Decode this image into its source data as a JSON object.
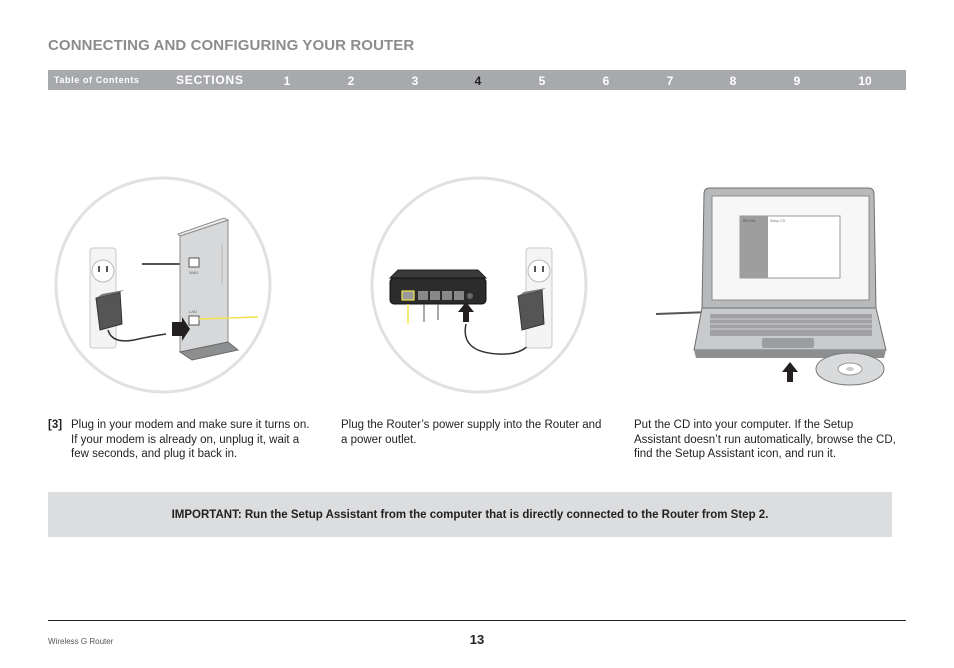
{
  "header": {
    "title": "CONNECTING AND CONFIGURING YOUR ROUTER"
  },
  "nav": {
    "toc_label": "Table of Contents",
    "sections_label": "SECTIONS",
    "numbers": [
      "1",
      "2",
      "3",
      "4",
      "5",
      "6",
      "7",
      "8",
      "9",
      "10"
    ],
    "active": "4"
  },
  "illustrations": {
    "router_port_label": "WAN",
    "router_port_label2": "LAN",
    "screen_brand": "BELKIN",
    "screen_window_title": "Setup CD"
  },
  "steps": [
    {
      "number": "[3]",
      "text": "Plug in your modem and make sure it turns on. If your modem is already on, unplug it, wait a few seconds, and plug it back in."
    },
    {
      "text": "Plug the Router’s power supply into the Router and a power outlet."
    },
    {
      "text": "Put the CD into your computer. If the Setup Assistant doesn’t run automatically, browse the CD, find the Setup Assistant icon, and run it."
    }
  ],
  "important_note": "IMPORTANT: Run the Setup Assistant from the computer that is directly connected to the Router from Step 2.",
  "footer": {
    "product": "Wireless G Router",
    "page": "13"
  },
  "colors": {
    "navbar": "#a7a9ac",
    "title": "#8c8c8c",
    "note_bg": "#dcddde",
    "highlight_yellow": "#f2e34b"
  }
}
